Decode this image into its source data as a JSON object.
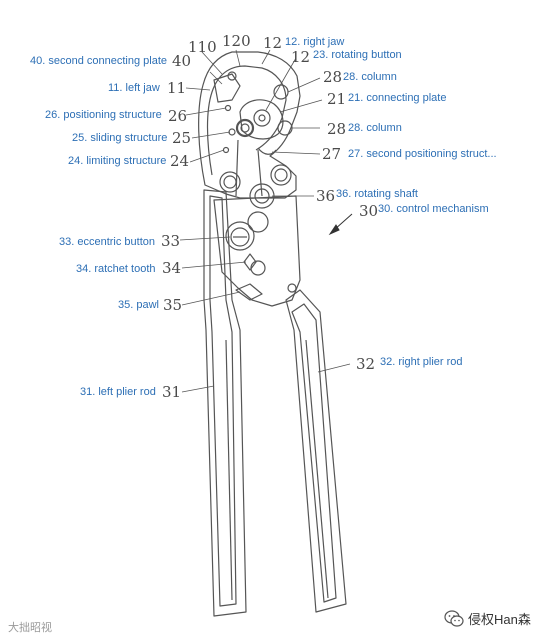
{
  "colors": {
    "label_blue": "#2d6fb5",
    "line": "#4a4a4a",
    "ref_number": "#4a4a4a"
  },
  "callouts": [
    {
      "id": "c12r",
      "num": "12",
      "text": "12. right jaw"
    },
    {
      "id": "c23",
      "num": "23",
      "text": "23. rotating button"
    },
    {
      "id": "c40",
      "num": "40",
      "text": "40. second connecting plate"
    },
    {
      "id": "c28a",
      "num": "28",
      "text": "28. column"
    },
    {
      "id": "c11",
      "num": "11",
      "text": "11. left jaw"
    },
    {
      "id": "c21",
      "num": "21",
      "text": "21. connecting plate"
    },
    {
      "id": "c26",
      "num": "26",
      "text": "26. positioning structure"
    },
    {
      "id": "c28b",
      "num": "28",
      "text": "28. column"
    },
    {
      "id": "c25",
      "num": "25",
      "text": "25. sliding structure"
    },
    {
      "id": "c27",
      "num": "27",
      "text": "27. second positioning struct..."
    },
    {
      "id": "c24",
      "num": "24",
      "text": "24. limiting structure"
    },
    {
      "id": "c36",
      "num": "36",
      "text": "36. rotating shaft"
    },
    {
      "id": "c30",
      "num": "30",
      "text": "30. control mechanism"
    },
    {
      "id": "c33",
      "num": "33",
      "text": "33. eccentric button"
    },
    {
      "id": "c34",
      "num": "34",
      "text": "34. ratchet tooth"
    },
    {
      "id": "c35",
      "num": "35",
      "text": "35. pawl"
    },
    {
      "id": "c32",
      "num": "32",
      "text": "32. right plier rod"
    },
    {
      "id": "c31",
      "num": "31",
      "text": "31. left plier rod"
    }
  ],
  "bare_numbers": [
    {
      "id": "n110",
      "num": "110"
    },
    {
      "id": "n120",
      "num": "120"
    },
    {
      "id": "n12",
      "num": "12"
    }
  ],
  "watermarks": {
    "left": "大拙昭视",
    "right": "侵权Han森"
  },
  "wechat_icon": "wechat-icon"
}
